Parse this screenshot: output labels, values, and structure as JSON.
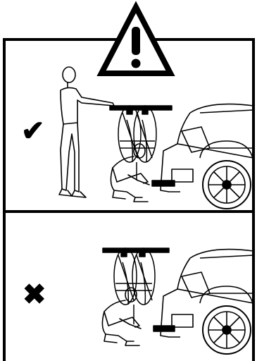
{
  "warning": {
    "icon": "warning-triangle-icon"
  },
  "panels": [
    {
      "id": "correct",
      "marker": "✔",
      "marker_icon": "check-icon",
      "scene": "two-people-loading-bikes"
    },
    {
      "id": "incorrect",
      "marker": "✖",
      "marker_icon": "cross-icon",
      "scene": "one-person-loading-bikes"
    }
  ],
  "colors": {
    "ink": "#000000",
    "paper": "#ffffff"
  }
}
